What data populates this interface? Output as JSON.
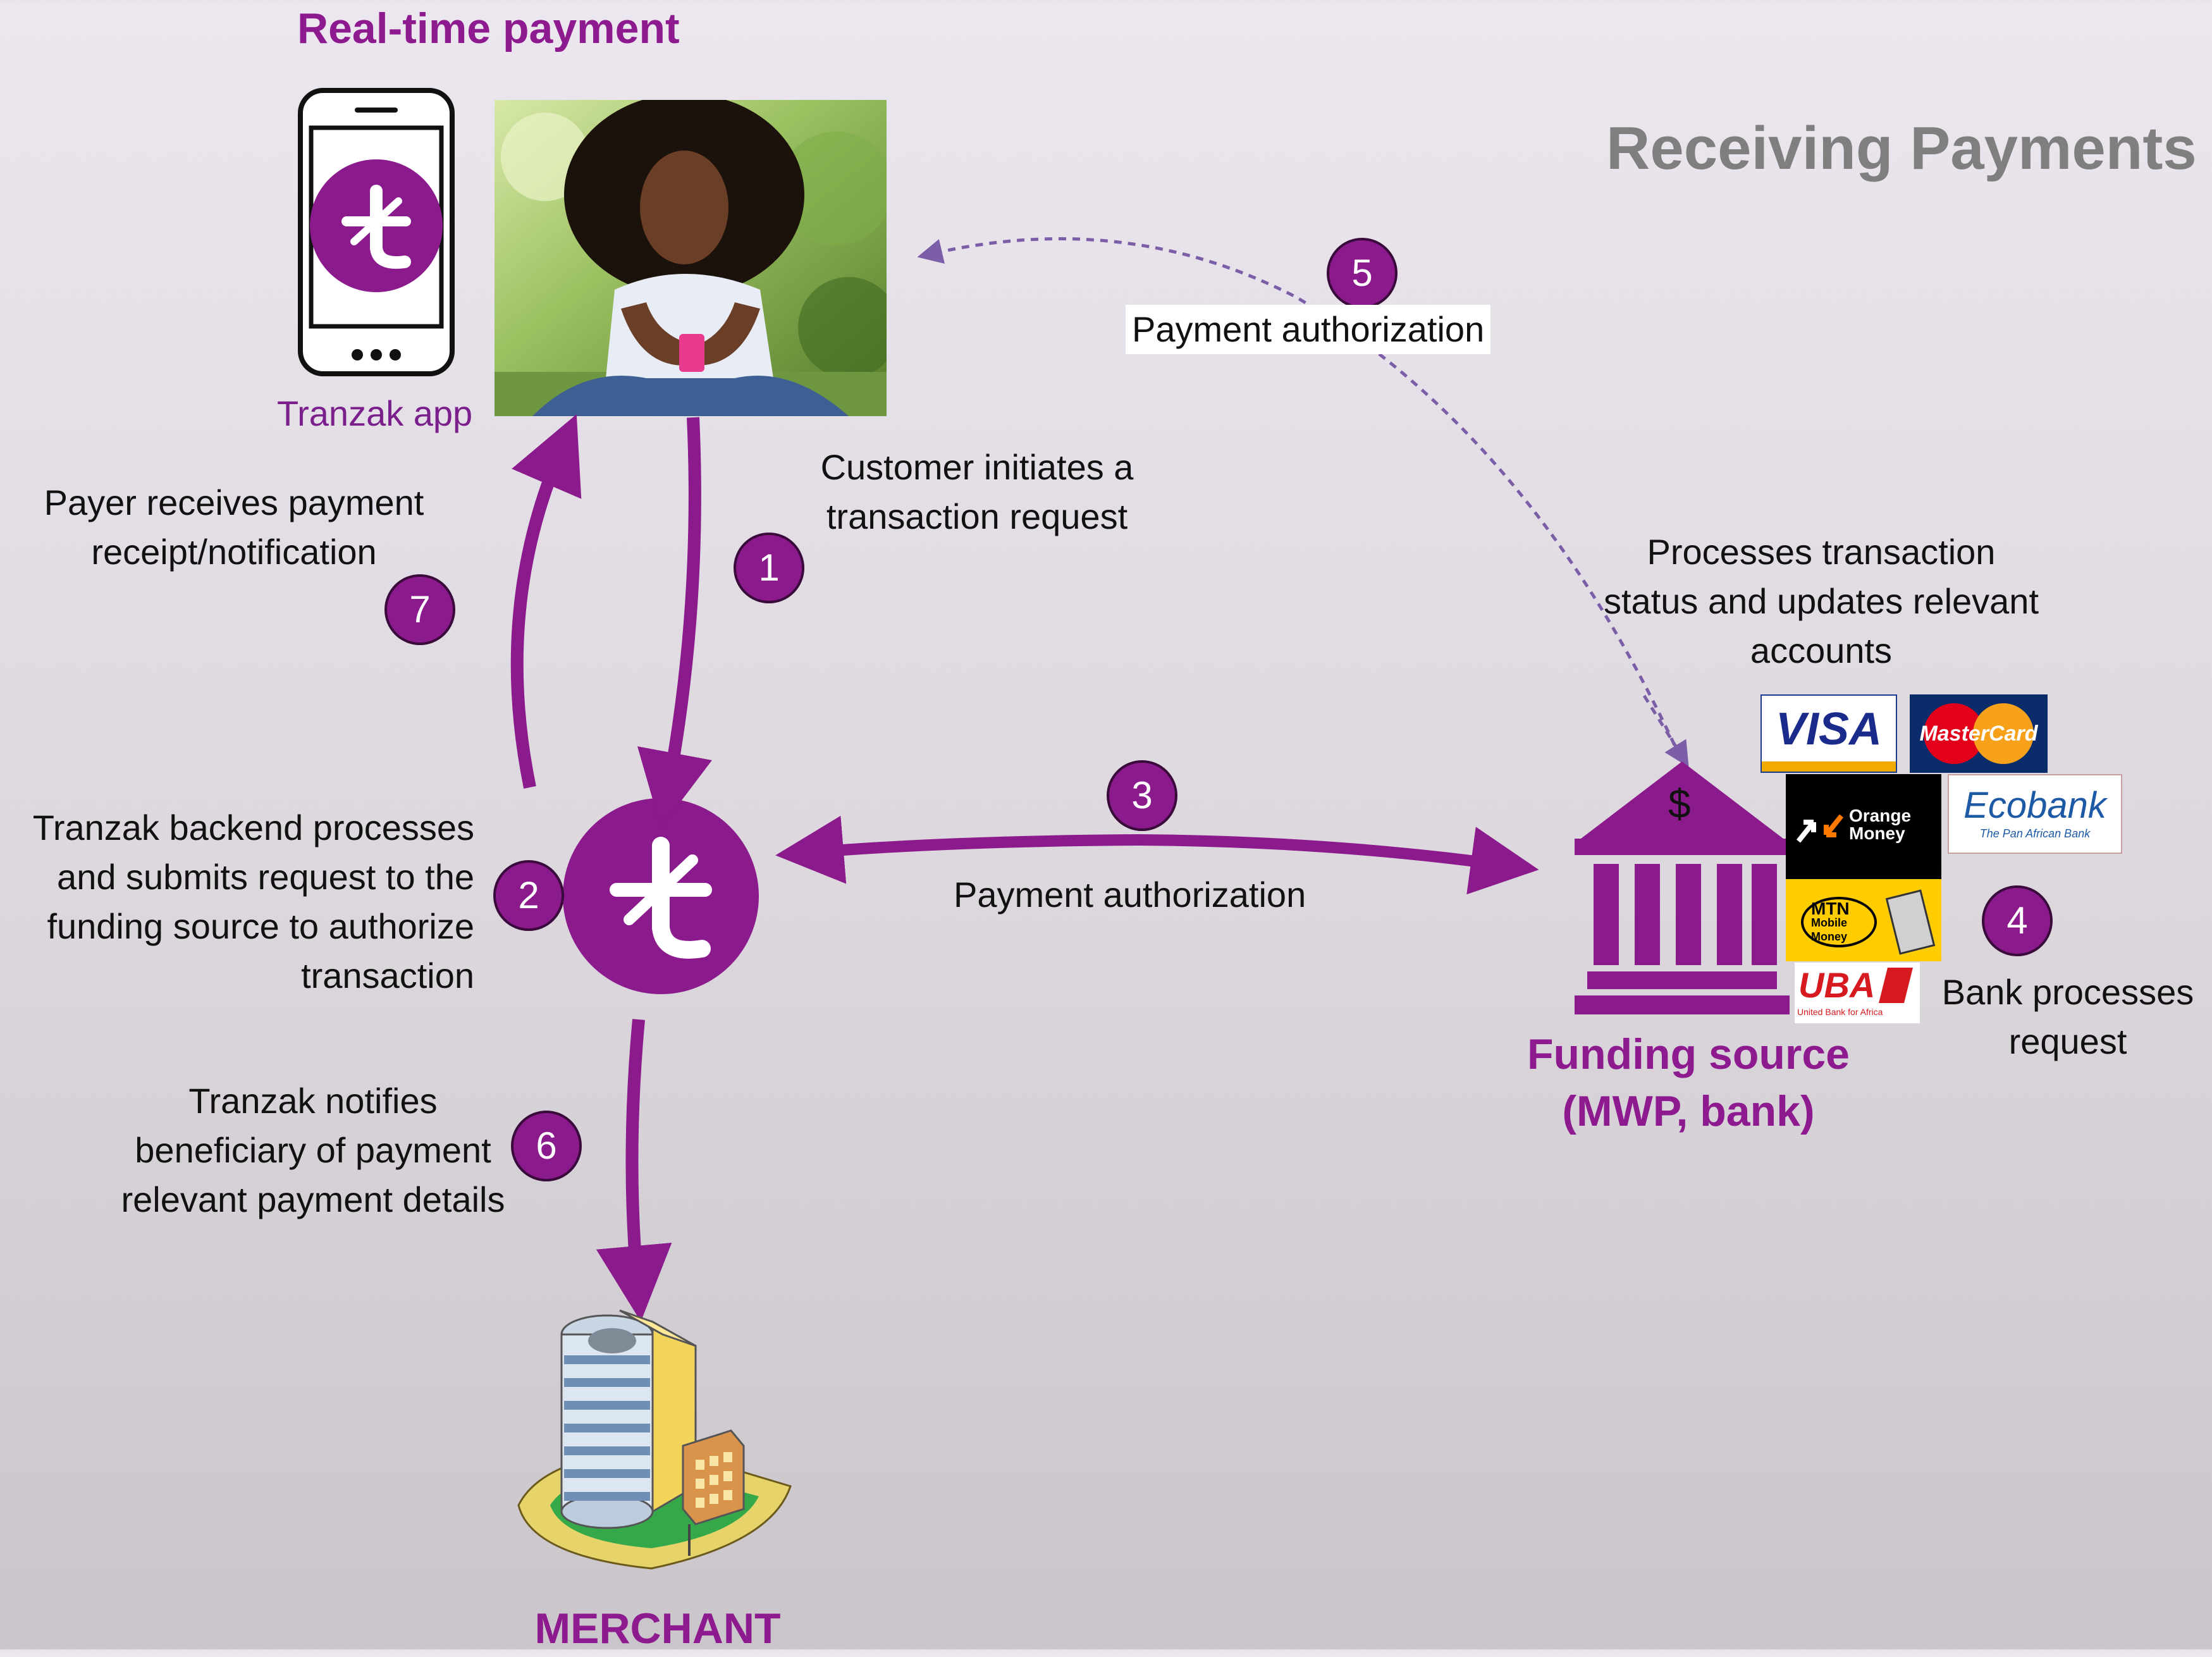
{
  "header": {
    "top_title": "Real-time payment",
    "main_title": "Receiving Payments"
  },
  "app": {
    "label": "Tranzak app",
    "glyph": "ŧ"
  },
  "tranzak": {
    "glyph": "ŧ"
  },
  "steps": [
    {
      "number": "1",
      "text_lines": [
        "Customer initiates a",
        "transaction request"
      ]
    },
    {
      "number": "2",
      "text_lines": [
        "Tranzak backend processes",
        "and submits request  to the",
        "funding source to authorize",
        "transaction"
      ]
    },
    {
      "number": "3",
      "text_lines": [
        "Payment authorization"
      ]
    },
    {
      "number": "4",
      "text_lines": [
        "Bank processes",
        "request"
      ]
    },
    {
      "number": "5",
      "text_lines": [
        "Payment authorization"
      ]
    },
    {
      "number": "6",
      "text_lines": [
        "Tranzak notifies",
        "beneficiary  of payment",
        "relevant payment details"
      ]
    },
    {
      "number": "7",
      "text_lines": [
        "Payer receives payment",
        "receipt/notification"
      ]
    }
  ],
  "processes_note": [
    "Processes transaction",
    "status and updates relevant",
    "accounts"
  ],
  "funding_source": {
    "line1": "Funding source",
    "line2": "(MWP, bank)",
    "symbol": "$"
  },
  "merchant": {
    "label": "MERCHANT"
  },
  "logos": {
    "visa": "VISA",
    "mastercard": "MasterCard",
    "orange": [
      "Orange",
      "Money"
    ],
    "ecobank": "Ecobank",
    "ecobank_tagline": "The Pan African Bank",
    "mtn": [
      "MTN",
      "Mobile",
      "Money"
    ],
    "uba": "UBA",
    "uba_tagline": "United Bank for Africa"
  },
  "colors": {
    "accent": "#8b1a8d",
    "dotted_arrow": "#7b5ea7",
    "title_gray": "#7f7f7f"
  },
  "icons": [
    "smartphone-icon",
    "bank-building-icon",
    "office-building-icon",
    "person-photo"
  ]
}
